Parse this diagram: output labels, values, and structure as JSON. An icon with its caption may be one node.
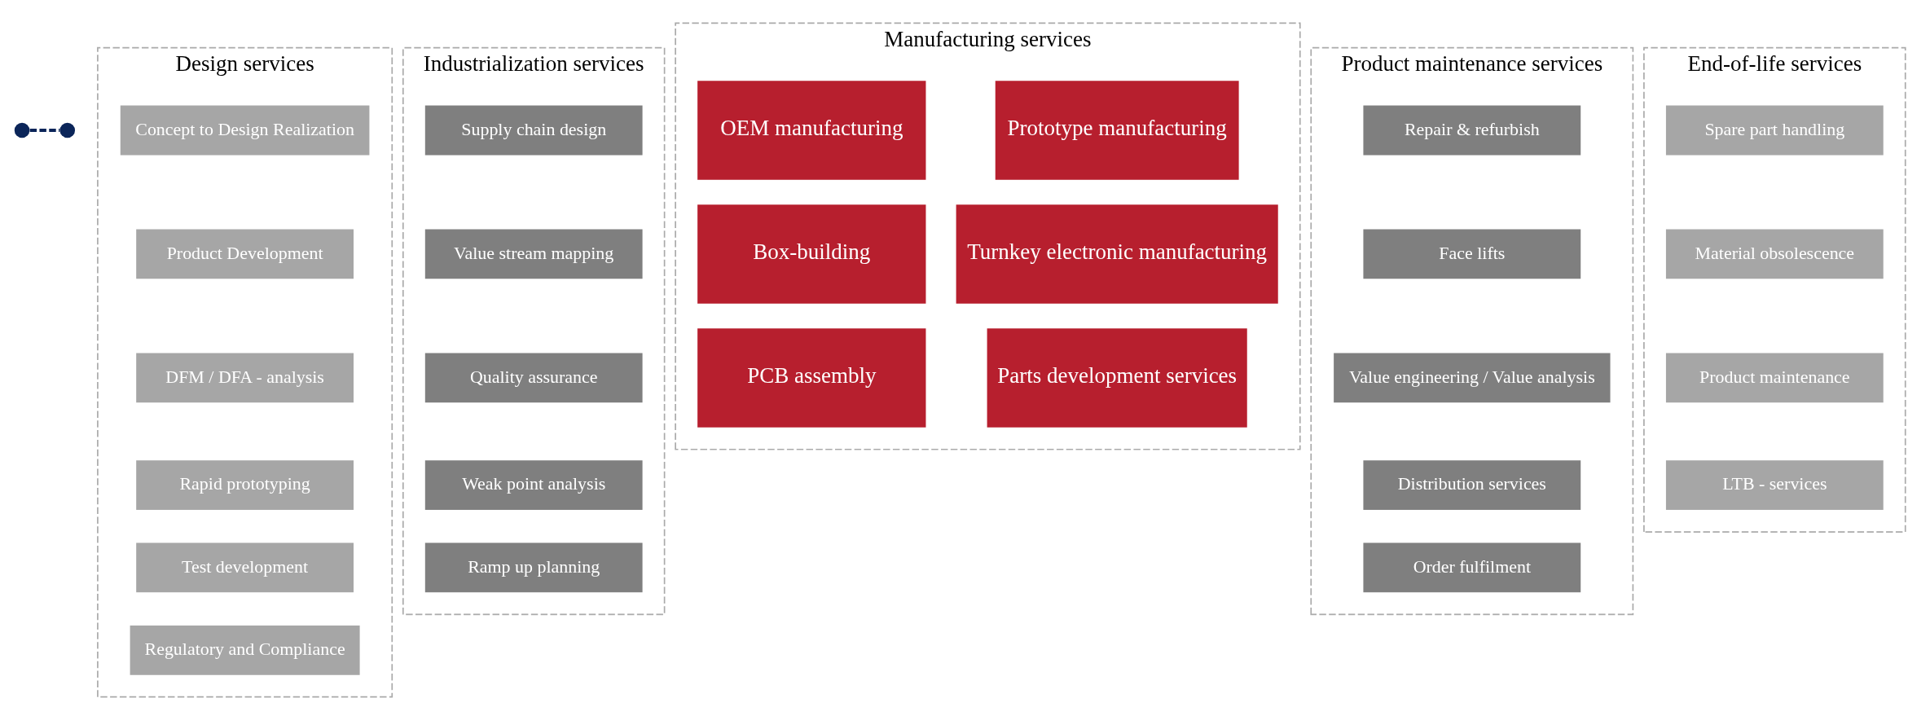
{
  "diagram": {
    "nodes": [
      {
        "text": [
          "Design services"
        ]
      },
      {
        "text": [
          "Concept to Design Realization"
        ],
        "in": 0
      },
      {
        "text": [
          "Product Development"
        ],
        "in": 0
      },
      {
        "text": [
          "DFM / DFA - analysis"
        ],
        "in": 0
      },
      {
        "text": [
          "Rapid prototyping"
        ],
        "in": 0
      },
      {
        "text": [
          "Test development"
        ],
        "in": 0
      },
      {
        "text": [
          "Regulatory and Compliance"
        ],
        "in": 0
      },
      {
        "text": [
          "Industrialization services"
        ]
      },
      {
        "text": [
          "Supply chain design"
        ],
        "in": 7
      },
      {
        "text": [
          "Value stream mapping"
        ],
        "in": 7
      },
      {
        "text": [
          "Quality assurance"
        ],
        "in": 7
      },
      {
        "text": [
          "Weak point analysis"
        ],
        "in": 7
      },
      {
        "text": [
          "Ramp up planning"
        ],
        "in": 7
      },
      {
        "text": [
          "Manufacturing services"
        ]
      },
      {
        "text": [
          "Prototype manufacturing"
        ],
        "in": 13
      },
      {
        "text": [
          "OEM manufacturing"
        ],
        "in": 13
      },
      {
        "text": [
          "Turnkey electronic manufacturing"
        ],
        "in": 13
      },
      {
        "text": [
          "Box-building"
        ],
        "in": 13
      },
      {
        "text": [
          "Parts development services"
        ],
        "in": 13
      },
      {
        "text": [
          "PCB assembly"
        ],
        "in": 13
      },
      {
        "text": [
          "Product maintenance services"
        ]
      },
      {
        "text": [
          "Repair & refurbish"
        ],
        "in": 20
      },
      {
        "text": [
          "Face lifts"
        ],
        "in": 20
      },
      {
        "text": [
          "Value engineering / Value analysis"
        ],
        "in": 20
      },
      {
        "text": [
          "Distribution services"
        ],
        "in": 20
      },
      {
        "text": [
          "Order fulfilment"
        ],
        "in": 20
      },
      {
        "text": [
          "End-of-life services"
        ]
      },
      {
        "text": [
          "Spare part handling"
        ],
        "in": 26
      },
      {
        "text": [
          "Material obsolescence"
        ],
        "in": 26
      },
      {
        "text": [
          "Product maintenance"
        ],
        "in": 26
      },
      {
        "text": [
          "LTB - services"
        ],
        "in": 26
      },
      {
        "text": [],
        "shape": "circle"
      },
      {
        "text": [],
        "shape": "circle"
      }
    ],
    "edges": [
      {
        "from": 31,
        "to": 32,
        "arrow": "none",
        "style": "dashed",
        "color": "#0b2559"
      }
    ]
  }
}
